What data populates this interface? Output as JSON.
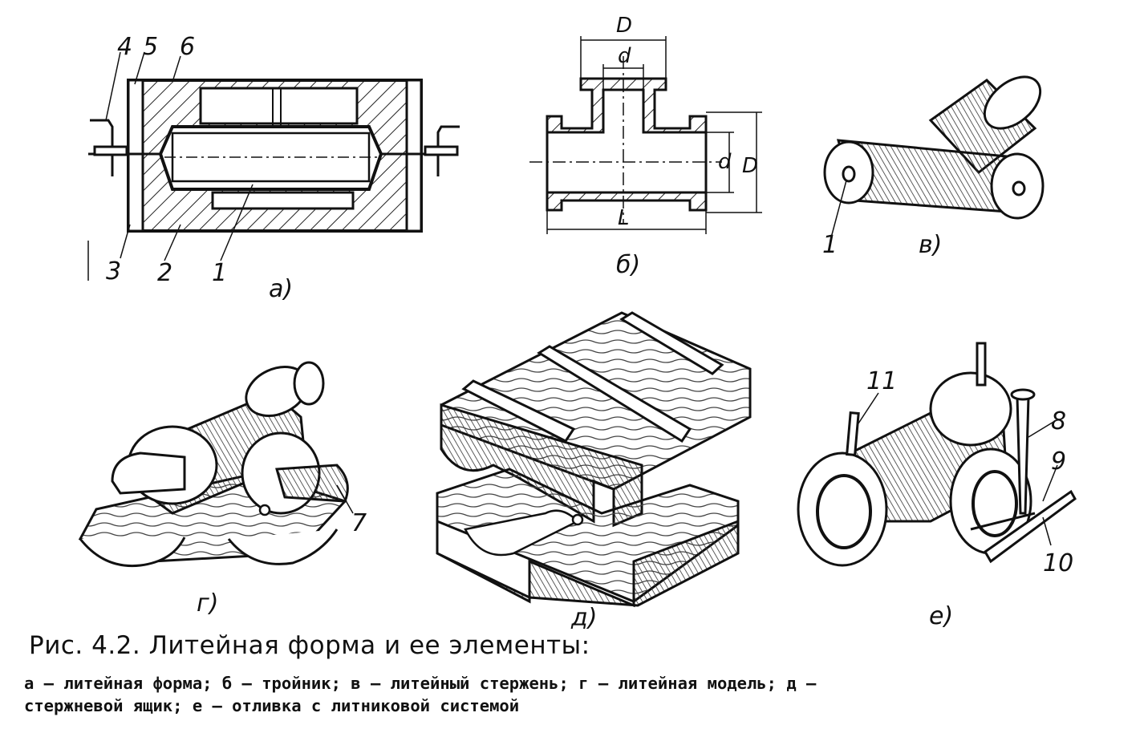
{
  "figure": {
    "panel_labels": {
      "a": "а)",
      "b": "б)",
      "v": "в)",
      "g": "г)",
      "d": "д)",
      "e": "е)"
    },
    "part_numbers_a": [
      "4",
      "5",
      "6",
      "3",
      "2",
      "1"
    ],
    "part_numbers_v": [
      "1"
    ],
    "part_numbers_g": [
      "7"
    ],
    "part_numbers_e": [
      "11",
      "8",
      "9",
      "10"
    ],
    "dimensions_b": {
      "outer_diameter_top": "D",
      "inner_diameter_top": "d",
      "inner_diameter_side": "d",
      "outer_diameter_side": "D",
      "length": "L"
    }
  },
  "caption": {
    "title": "Рис. 4.2. Литейная форма и ее элементы:",
    "line1": "а — литейная форма; б — тройник; в — литейный стержень; г — литейная модель; д —",
    "line2": "стержневой ящик; е — отливка с литниковой системой"
  }
}
